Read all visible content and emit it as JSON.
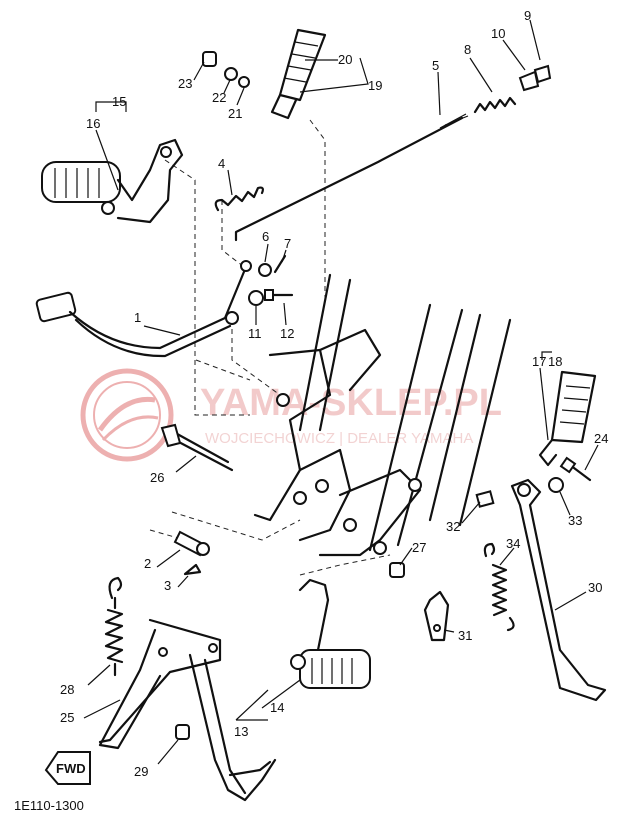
{
  "watermark": {
    "brand": "YAMA-SKLEP.PL",
    "subtitle": "WOJCIECHOWICZ | DEALER YAMAHA",
    "color": "#e07070"
  },
  "diagram_code": "1E110-1300",
  "fwd_label": "FWD",
  "callouts": [
    {
      "id": "c1",
      "label": "1"
    },
    {
      "id": "c2",
      "label": "2"
    },
    {
      "id": "c3",
      "label": "3"
    },
    {
      "id": "c4",
      "label": "4"
    },
    {
      "id": "c5",
      "label": "5"
    },
    {
      "id": "c6",
      "label": "6"
    },
    {
      "id": "c7",
      "label": "7"
    },
    {
      "id": "c8",
      "label": "8"
    },
    {
      "id": "c9",
      "label": "9"
    },
    {
      "id": "c10",
      "label": "10"
    },
    {
      "id": "c11",
      "label": "11"
    },
    {
      "id": "c12",
      "label": "12"
    },
    {
      "id": "c13",
      "label": "13"
    },
    {
      "id": "c14",
      "label": "14"
    },
    {
      "id": "c15",
      "label": "15"
    },
    {
      "id": "c16",
      "label": "16"
    },
    {
      "id": "c17",
      "label": "17"
    },
    {
      "id": "c18",
      "label": "18"
    },
    {
      "id": "c19",
      "label": "19"
    },
    {
      "id": "c20",
      "label": "20"
    },
    {
      "id": "c21",
      "label": "21"
    },
    {
      "id": "c22",
      "label": "22"
    },
    {
      "id": "c23",
      "label": "23"
    },
    {
      "id": "c24",
      "label": "24"
    },
    {
      "id": "c25",
      "label": "25"
    },
    {
      "id": "c26",
      "label": "26"
    },
    {
      "id": "c27",
      "label": "27"
    },
    {
      "id": "c28",
      "label": "28"
    },
    {
      "id": "c29",
      "label": "29"
    },
    {
      "id": "c30",
      "label": "30"
    },
    {
      "id": "c31",
      "label": "31"
    },
    {
      "id": "c32",
      "label": "32"
    },
    {
      "id": "c33",
      "label": "33"
    },
    {
      "id": "c34",
      "label": "34"
    }
  ]
}
